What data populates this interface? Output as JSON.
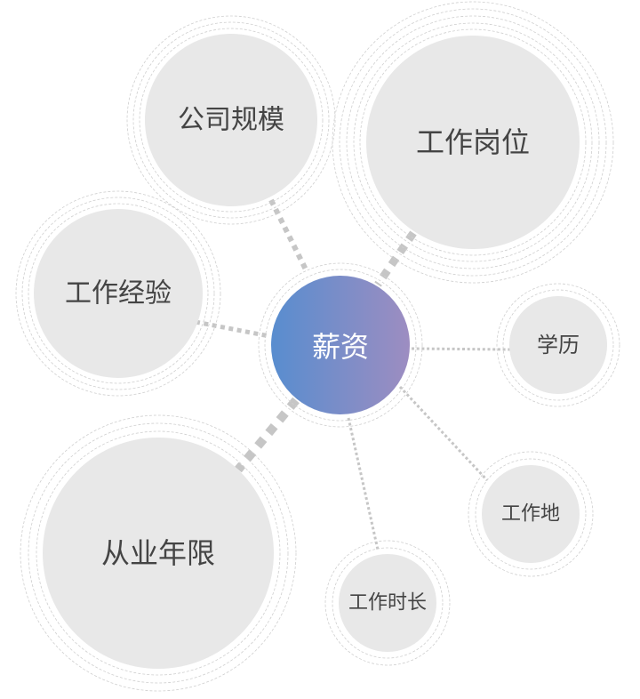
{
  "center": {
    "label": "薪资"
  },
  "factors": [
    {
      "id": "company-size",
      "label": "公司规模",
      "weight": 3
    },
    {
      "id": "job-position",
      "label": "工作岗位",
      "weight": 4
    },
    {
      "id": "work-experience",
      "label": "工作经验",
      "weight": 2
    },
    {
      "id": "education",
      "label": "学历",
      "weight": 1
    },
    {
      "id": "work-location",
      "label": "工作地",
      "weight": 1
    },
    {
      "id": "working-hours",
      "label": "工作时长",
      "weight": 1
    },
    {
      "id": "years-in-industry",
      "label": "从业年限",
      "weight": 5
    }
  ],
  "colors": {
    "gradient_start": "#588dcf",
    "gradient_end": "#9d8dc1",
    "node_fill": "#e8e8e8",
    "link": "#c6c6c6",
    "ring": "#cfcfcf"
  }
}
